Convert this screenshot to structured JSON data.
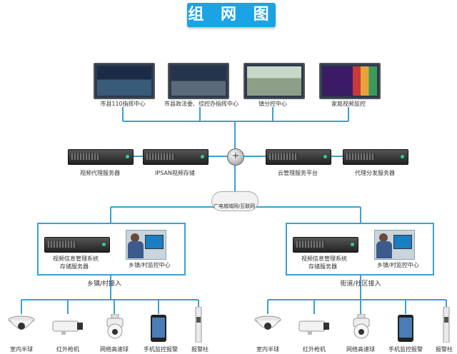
{
  "title": "组 网 图",
  "command_centers": [
    {
      "label": "市县110指挥中心",
      "icon": "command-center-video-wall"
    },
    {
      "label": "市县政法委、综控办指挥中心",
      "icon": "command-center-video-wall"
    },
    {
      "label": "镇分控中心",
      "icon": "control-room"
    },
    {
      "label": "家庭视频监控",
      "icon": "tv-interface"
    }
  ],
  "core_servers": [
    {
      "label": "视频代理服务器"
    },
    {
      "label": "IPSAN视频存储"
    },
    {
      "label": "云管理服务平台"
    },
    {
      "label": "代理分发服务器"
    }
  ],
  "hub_symbol": "+",
  "network_label": "广电城域网/互联网",
  "branches": [
    {
      "server_label": "视频信息管理系统存储服务器",
      "server_label_line1": "视频信息管理系统",
      "server_label_line2": "存储服务器",
      "monitor_label": "乡镇/村监控中心",
      "access_label": "乡镇/村接入",
      "devices": [
        "室内半球",
        "红外枪机",
        "网络高速球",
        "手机监控报警",
        "报警柱"
      ]
    },
    {
      "server_label": "视频信息管理系统存储服务器",
      "server_label_line1": "视频信息管理系统",
      "server_label_line2": "存储服务器",
      "monitor_label": "乡镇/村监控中心",
      "access_label": "街道/社区接入",
      "devices": [
        "室内半球",
        "红外枪机",
        "网络高速球",
        "手机监控报警",
        "报警柱"
      ]
    }
  ],
  "colors": {
    "title_bg": "#1aa3e6",
    "line": "#3aa0d8"
  }
}
